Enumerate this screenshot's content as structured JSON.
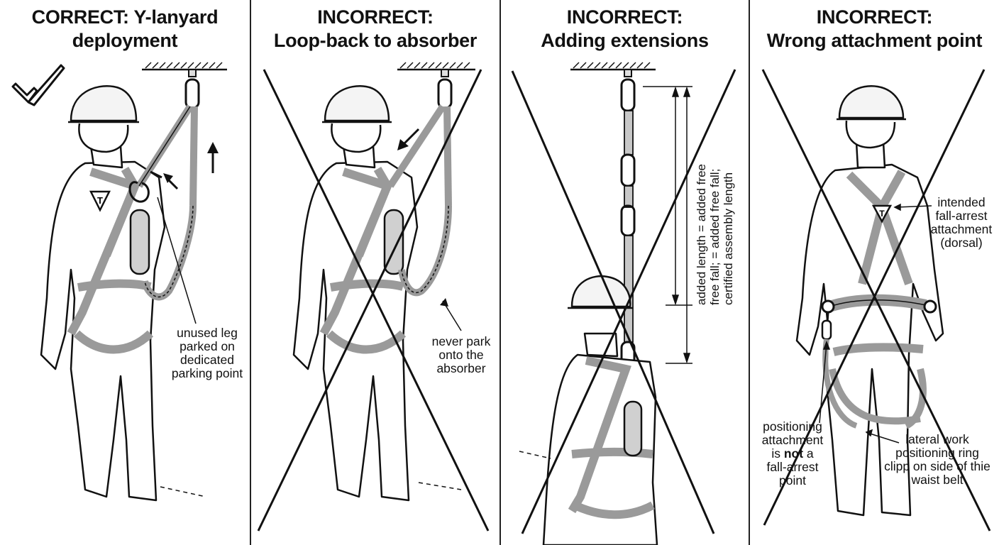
{
  "panels": [
    {
      "title_line1": "CORRECT: Y-lanyard",
      "title_line2": "deployment",
      "label_lines": [
        "unused leg",
        "parked on",
        "dedicated",
        "parking point"
      ]
    },
    {
      "title_line1": "INCORRECT:",
      "title_line2": "Loop-back to absorber",
      "label_lines": [
        "never park",
        "onto the",
        "absorber"
      ]
    },
    {
      "title_line1": "INCORRECT:",
      "title_line2": "Adding extensions",
      "dimension_lines": [
        "added length = added free",
        "free fall; = added free fall;",
        "certified assembly length"
      ]
    },
    {
      "title_line1": "INCORRECT:",
      "title_line2": "Wrong attachment point",
      "intended_lines": [
        "intended",
        "fall-arrest",
        "attachment",
        "(dorsal)"
      ],
      "positioning_lines_before": [
        "positioning",
        "attachment"
      ],
      "positioning_is": "is ",
      "positioning_not": "not",
      "positioning_a": " a",
      "positioning_lines_after": [
        "fall-arrest",
        "point"
      ],
      "lateral_lines": [
        "lateral work",
        "positioning ring",
        "clipp on side of thie",
        "waist belt"
      ]
    }
  ],
  "icons": {
    "checkmark": "check-mark-icon",
    "cross": "x-cross-icon",
    "harness_badge": "triangle-t-badge-icon",
    "arrow": "arrow-icon"
  },
  "colors": {
    "line": "#111111",
    "webbing": "#9a9a9a",
    "webbing_light": "#c8c8c8",
    "background": "#ffffff"
  }
}
